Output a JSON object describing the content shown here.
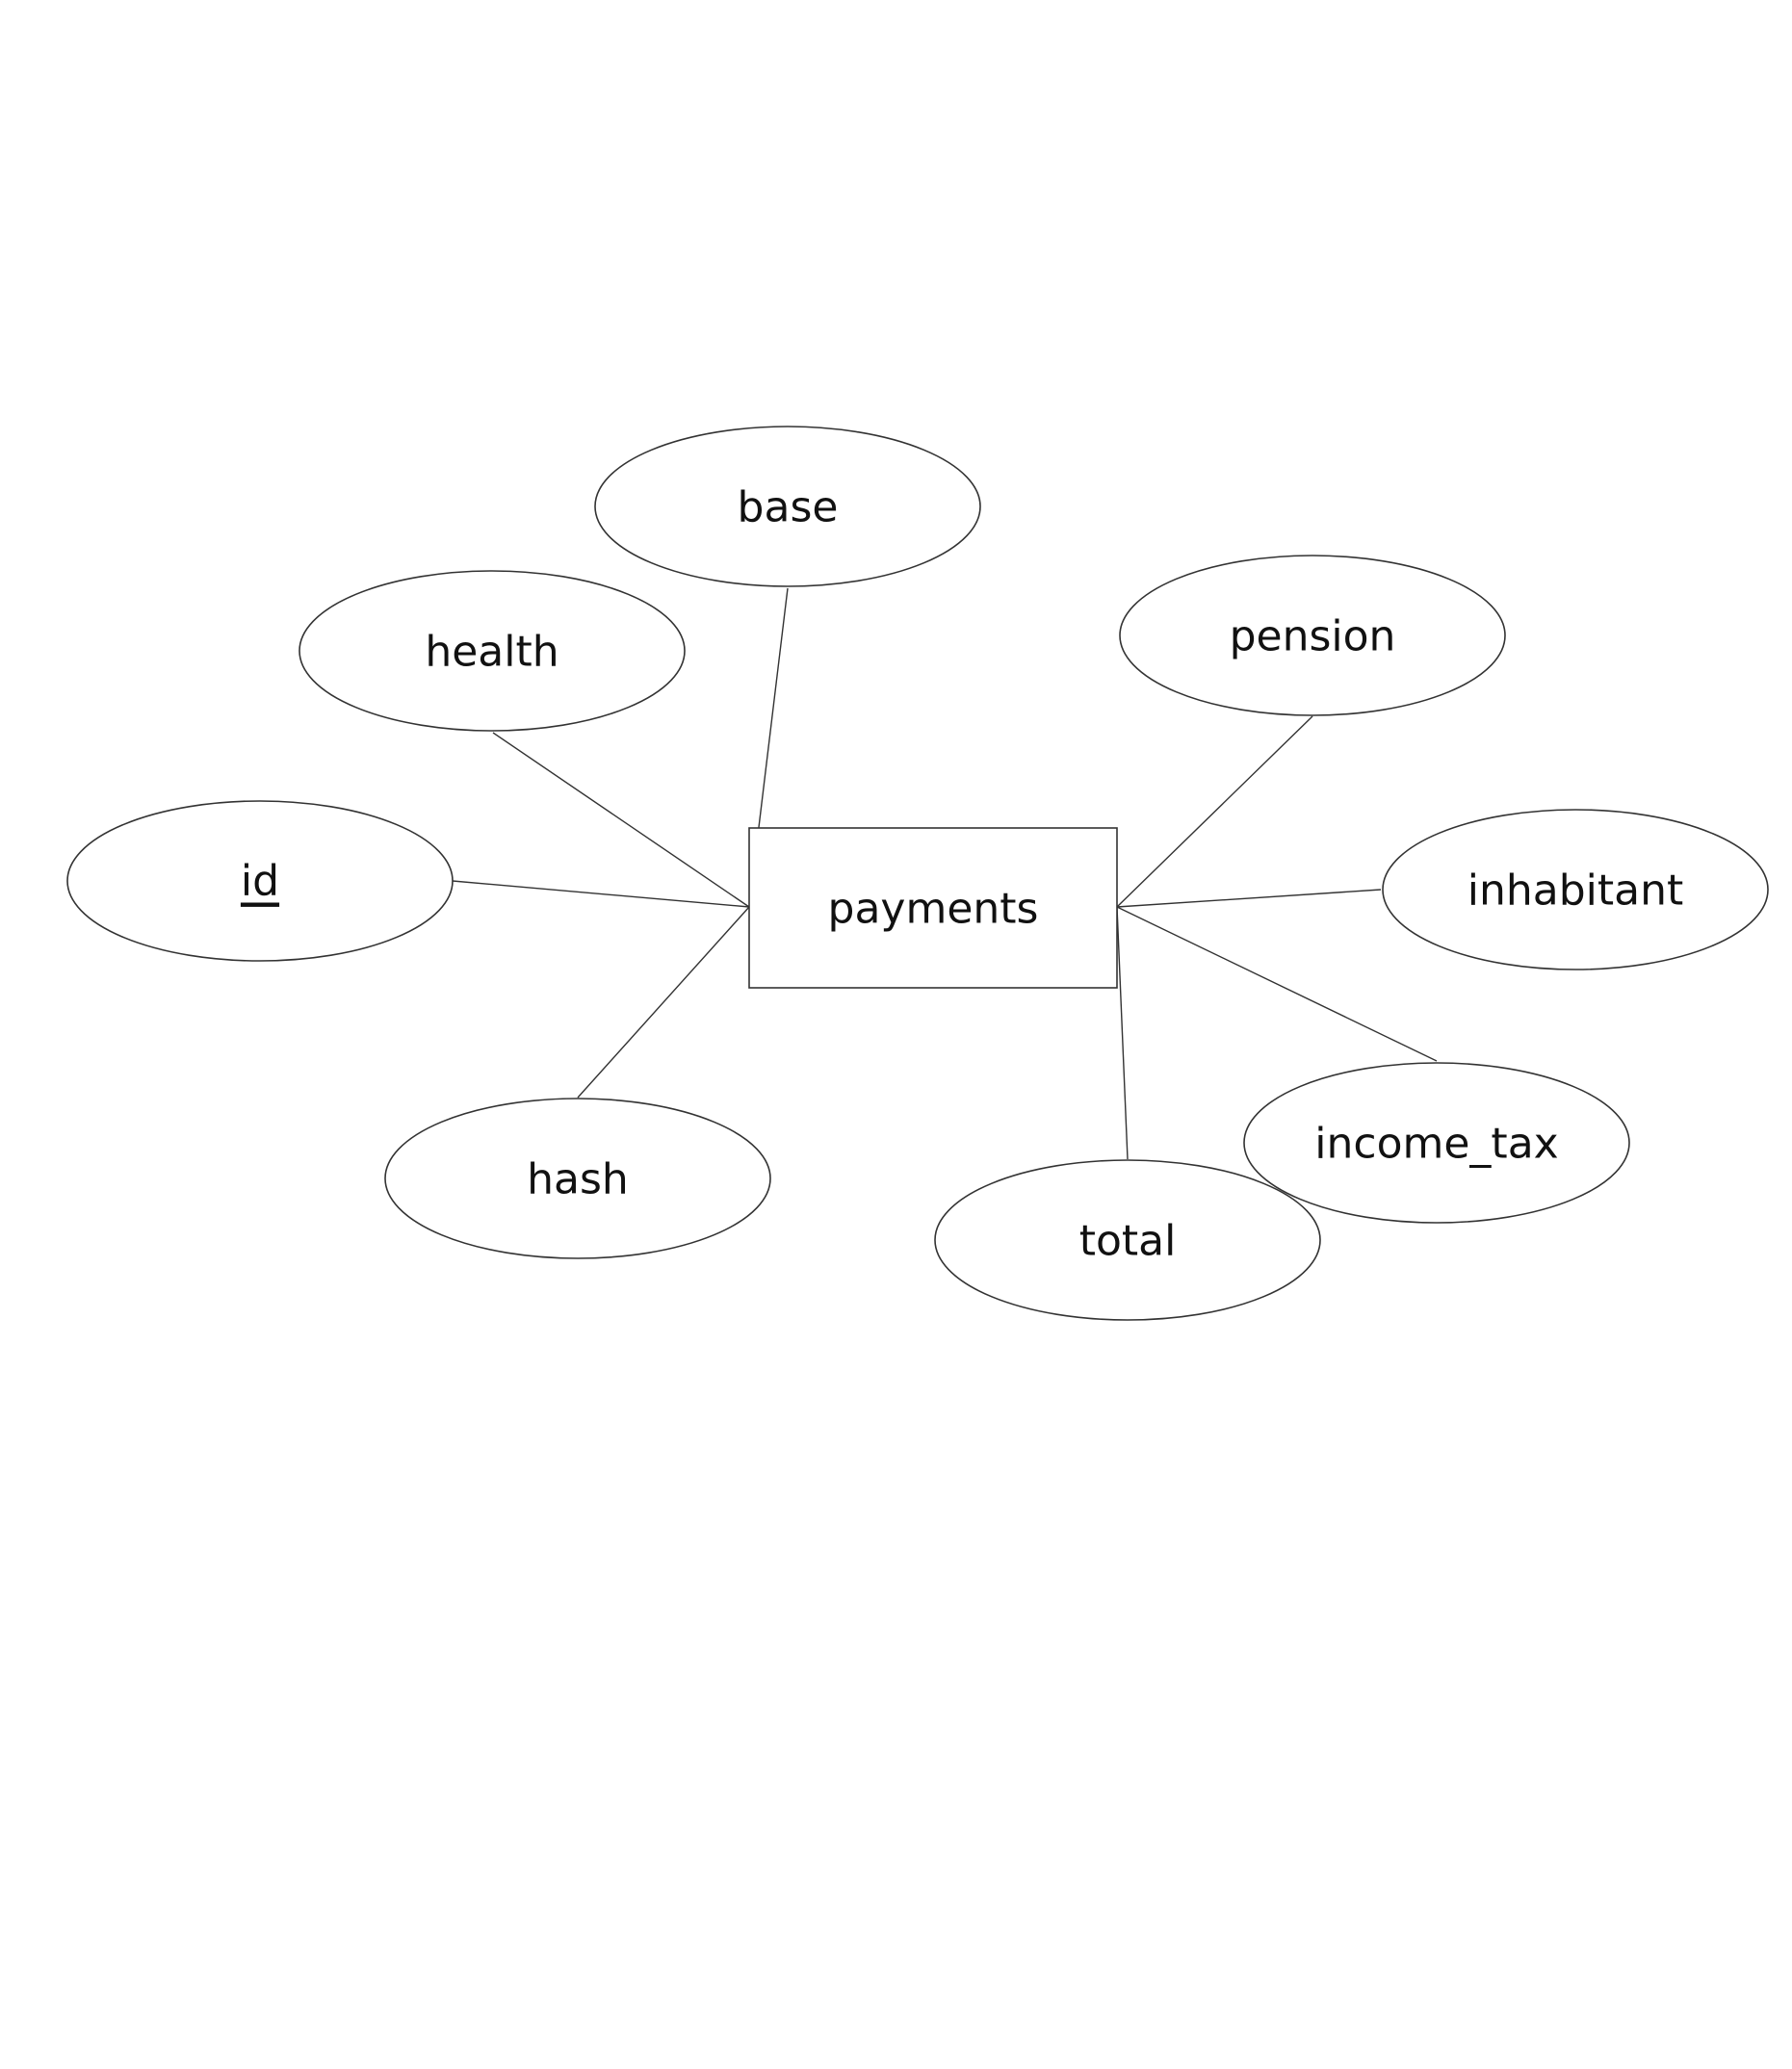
{
  "diagram": {
    "entity": "payments",
    "attributes": [
      {
        "name": "id",
        "primary_key": true
      },
      {
        "name": "health",
        "primary_key": false
      },
      {
        "name": "base",
        "primary_key": false
      },
      {
        "name": "hash",
        "primary_key": false
      },
      {
        "name": "pension",
        "primary_key": false
      },
      {
        "name": "inhabitant",
        "primary_key": false
      },
      {
        "name": "income_tax",
        "primary_key": false
      },
      {
        "name": "total",
        "primary_key": false
      }
    ]
  }
}
